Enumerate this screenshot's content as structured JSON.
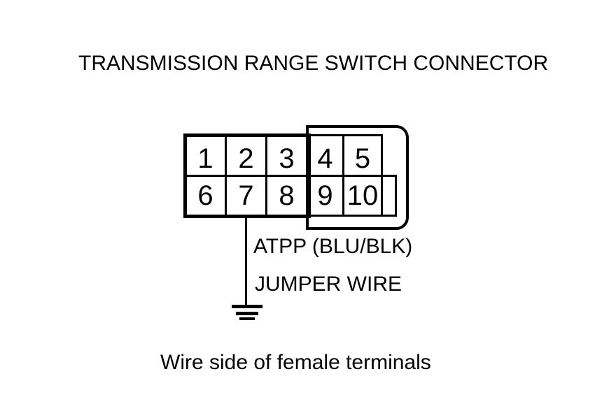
{
  "title": "TRANSMISSION RANGE SWITCH CONNECTOR",
  "caption": "Wire side of female terminals",
  "connector": {
    "rows": 2,
    "cols": 5,
    "terminals": [
      "1",
      "2",
      "3",
      "4",
      "5",
      "6",
      "7",
      "8",
      "9",
      "10"
    ]
  },
  "wire": {
    "grounded_terminal": "7",
    "signal_label": "ATPP (BLU/BLK)",
    "type_label": "JUMPER WIRE",
    "ground_icon": "ground-symbol"
  },
  "colors": {
    "line": "#000000",
    "background": "#ffffff"
  }
}
